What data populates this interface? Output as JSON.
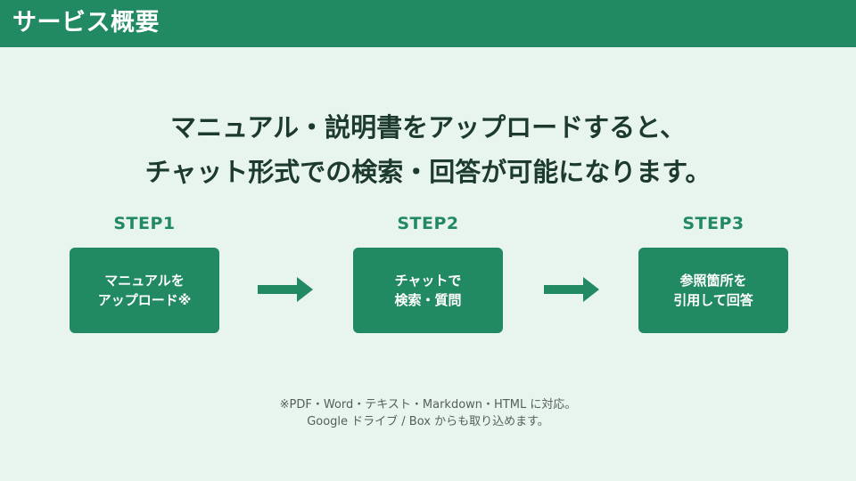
{
  "header": {
    "title": "サービス概要"
  },
  "headline": {
    "line1": "マニュアル・説明書をアップロードすると、",
    "line2": "チャット形式での検索・回答が可能になります。"
  },
  "steps": [
    {
      "label": "STEP1",
      "line1": "マニュアルを",
      "line2": "アップロード※"
    },
    {
      "label": "STEP2",
      "line1": "チャットで",
      "line2": "検索・質問"
    },
    {
      "label": "STEP3",
      "line1": "参照箇所を",
      "line2": "引用して回答"
    }
  ],
  "footnote": {
    "line1": "※PDF・Word・テキスト・Markdown・HTML に対応。",
    "line2": "Google ドライブ / Box からも取り込めます。"
  },
  "colors": {
    "brand_green": "#218a62",
    "background": "#e8f4ee",
    "headline_text": "#1d3a2e"
  },
  "icons": {
    "arrow": "arrow-right-icon"
  }
}
